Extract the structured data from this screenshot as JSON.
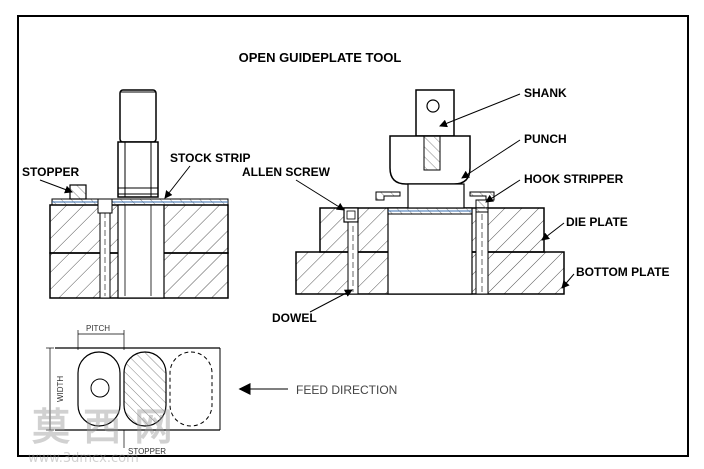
{
  "title": "OPEN GUIDEPLATE TOOL",
  "labels": {
    "stopper": "STOPPER",
    "stock_strip": "STOCK STRIP",
    "allen_screw": "ALLEN SCREW",
    "shank": "SHANK",
    "punch": "PUNCH",
    "hook_stripper": "HOOK STRIPPER",
    "die_plate": "DIE PLATE",
    "bottom_plate": "BOTTOM PLATE",
    "dowel": "DOWEL",
    "pitch": "PITCH",
    "width": "WIDTH",
    "feed_direction": "FEED DIRECTION",
    "stopper_small": "STOPPER"
  },
  "watermark": {
    "chinese": "莫 西 网",
    "site": "www.3dmcx.com"
  },
  "colors": {
    "line": "#000000",
    "hatch": "#555555",
    "border": "#000000",
    "strip": "#3a6fb0",
    "watermark": "#9a9a9a"
  }
}
